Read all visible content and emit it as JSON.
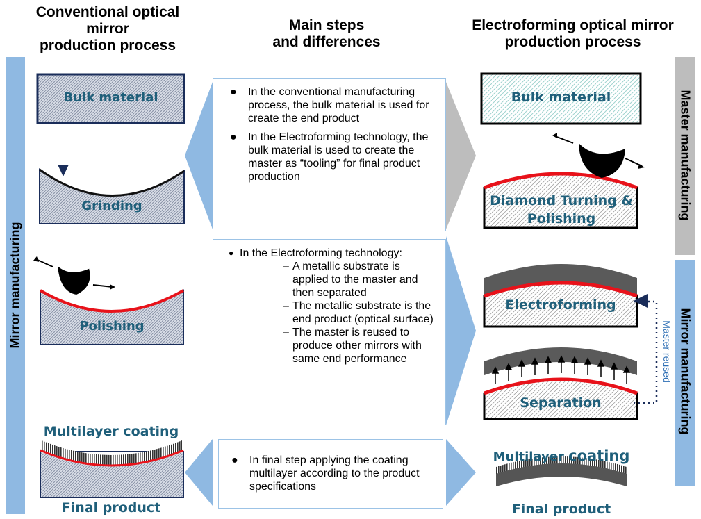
{
  "headers": {
    "left": [
      "Conventional optical",
      "mirror",
      "production process"
    ],
    "middle": [
      "Main steps",
      "and differences"
    ],
    "right": [
      "Electroforming optical mirror",
      "production process"
    ]
  },
  "side_labels": {
    "left": "Mirror manufacturing",
    "right_top": "Master manufacturing",
    "right_bottom": "Mirror manufacturing",
    "master_reused": "Master reused"
  },
  "left_steps": {
    "bulk": "Bulk material",
    "grinding": "Grinding",
    "polishing": "Polishing",
    "coating": "Multilayer coating",
    "final": "Final product"
  },
  "right_steps": {
    "bulk": "Bulk material",
    "diamond_line1": "Diamond Turning &",
    "diamond_line2": "Polishing",
    "electroforming": "Electroforming",
    "separation": "Separation",
    "coating_a": "Multilayer ",
    "coating_b": "coating",
    "final": "Final product"
  },
  "middle_boxes": {
    "box1": [
      "In the conventional manufacturing process, the bulk material is used for create the end product",
      "In the Electroforming technology, the bulk material is used to create the master as “tooling” for final product production"
    ],
    "box2_intro": "In the Electroforming technology:",
    "box2_items": [
      "A metallic substrate is applied to the master and then separated",
      "The metallic substrate is the end product (optical surface)",
      "The master is reused to produce other mirrors with same end performance"
    ],
    "box3": [
      "In final step applying the coating multilayer according to the product  specifications"
    ]
  },
  "colors": {
    "blue_bar": "#8fb9e2",
    "gray_bar": "#bdbdbd",
    "label_teal": "#1f5f7a",
    "red_layer": "#e8121a",
    "navy": "#1a2d5a"
  }
}
